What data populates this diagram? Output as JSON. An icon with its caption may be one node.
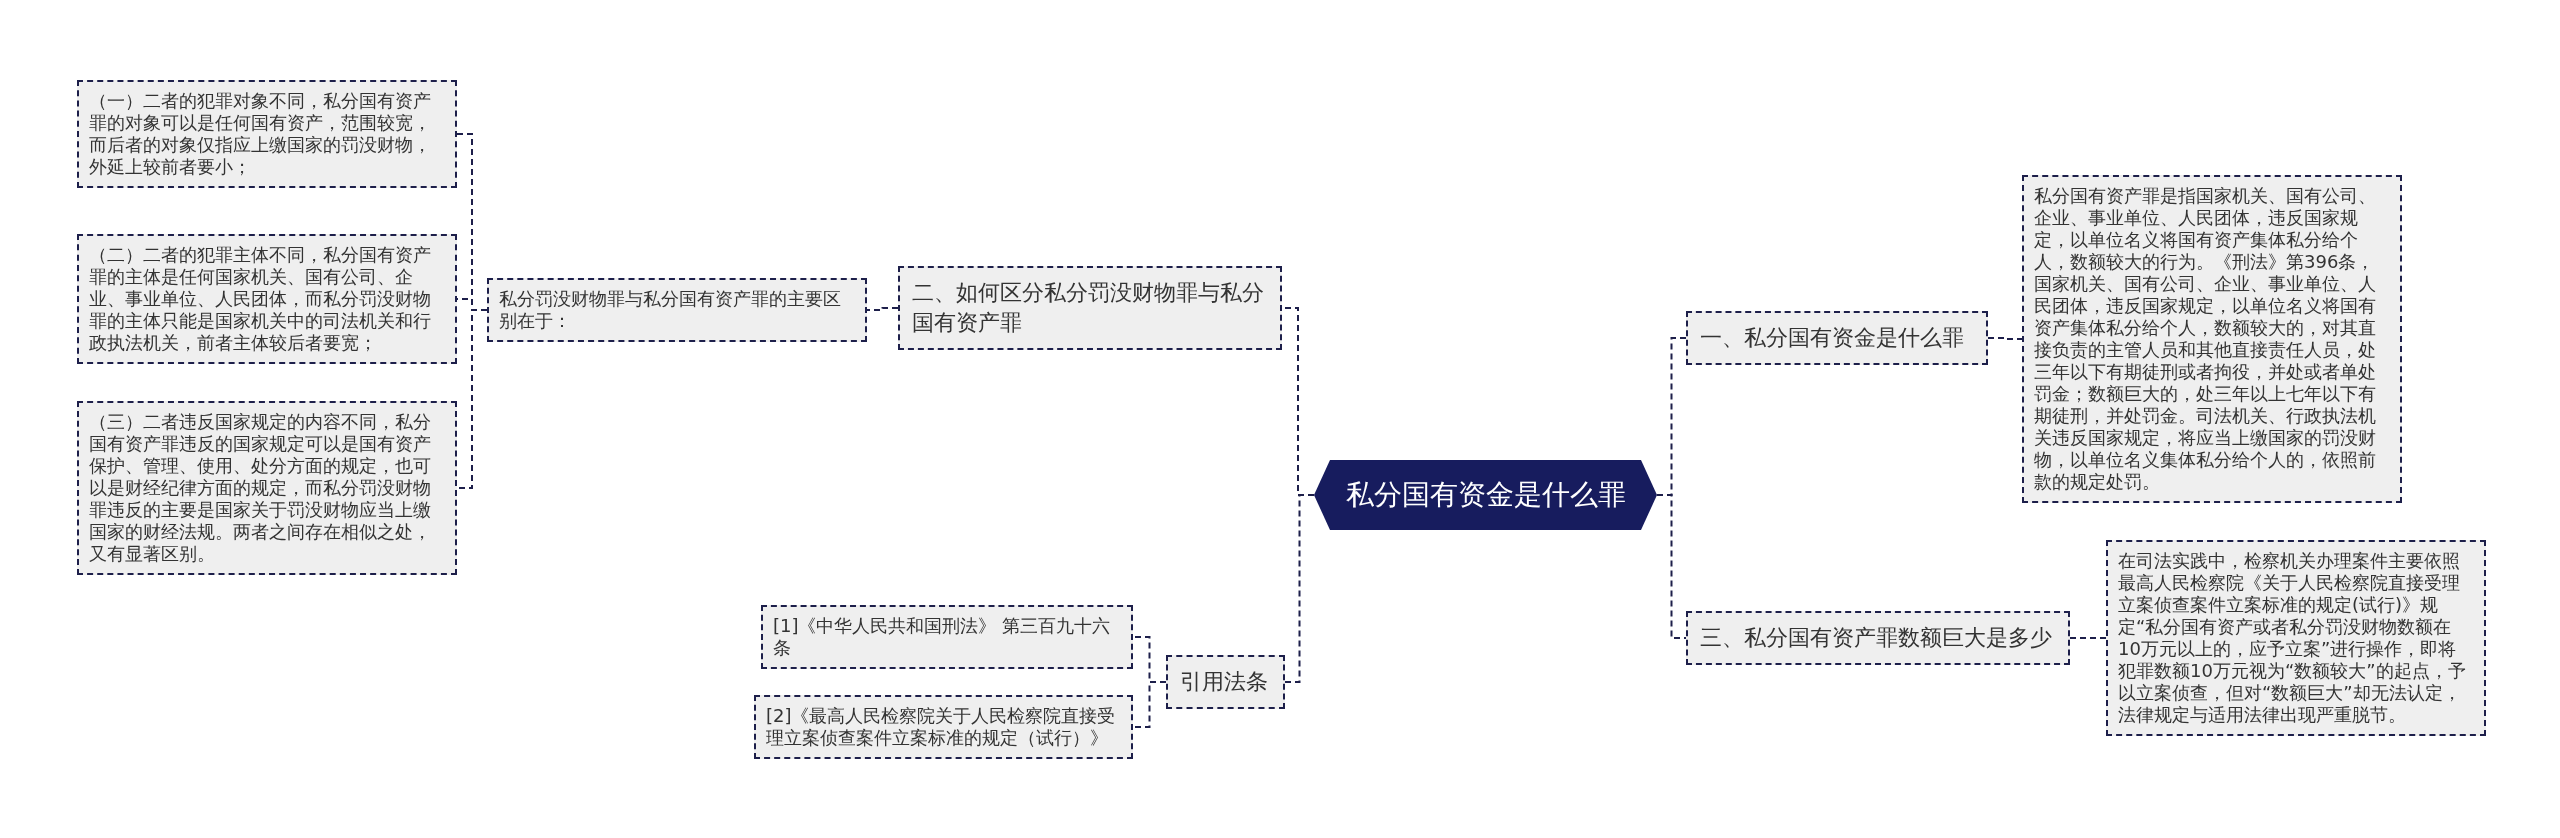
{
  "diagram": {
    "nodes": [
      {
        "text": [
          "私分国有资金是什么罪"
        ]
      },
      {
        "text": [
          "一、私分国有资金是什么罪"
        ]
      },
      {
        "text": [
          "私分国有资产罪是指国家机关、国有公司、企业、事业单位、人民团体，违反国家规定，以单位名义将国有资产集体私分给个人，数额较大的行为。《刑法》第396条，国家机关、国有公司、企业、事业单位、人民团体，违反国家规定，以单位名义将国有资产集体私分给个人，数额较大的，对其直接负责的主管人员和其他直接责任人员，处三年以下有期徒刑或者拘役，并处或者单处罚金；数额巨大的，处三年以上七年以下有期徒刑，并处罚金。司法机关、行政执法机关违反国家规定，将应当上缴国家的罚没财物，以单位名义集体私分给个人的，依照前款的规定处罚。"
        ]
      },
      {
        "text": [
          "三、私分国有资产罪数额巨大是多少"
        ]
      },
      {
        "text": [
          "在司法实践中，检察机关办理案件主要依照最高人民检察院《关于人民检察院直接受理立案侦查案件立案标准的规定(试行)》规定“私分国有资产或者私分罚没财物数额在10万元以上的，应予立案”进行操作，即将犯罪数额10万元视为“数额较大”的起点，予以立案侦查，但对“数额巨大”却无法认定，法律规定与适用法律出现严重脱节。"
        ]
      },
      {
        "text": [
          "二、如何区分私分罚没财物罪与私分国有资产罪"
        ]
      },
      {
        "text": [
          "私分罚没财物罪与私分国有资产罪的主要区别在于："
        ]
      },
      {
        "text": [
          "（一）二者的犯罪对象不同，私分国有资产罪的对象可以是任何国有资产，范围较宽，而后者的对象仅指应上缴国家的罚没财物，外延上较前者要小；"
        ]
      },
      {
        "text": [
          "（二）二者的犯罪主体不同，私分国有资产罪的主体是任何国家机关、国有公司、企业、事业单位、人民团体，而私分罚没财物罪的主体只能是国家机关中的司法机关和行政执法机关，前者主体较后者要宽；"
        ]
      },
      {
        "text": [
          "（三）二者违反国家规定的内容不同，私分国有资产罪违反的国家规定可以是国有资产保护、管理、使用、处分方面的规定，也可以是财经纪律方面的规定，而私分罚没财物罪违反的主要是国家关于罚没财物应当上缴国家的财经法规。两者之间存在相似之处，又有显著区别。"
        ]
      },
      {
        "text": [
          "引用法条"
        ]
      },
      {
        "text": [
          "[1]《中华人民共和国刑法》 第三百九十六条"
        ]
      },
      {
        "text": [
          "[2]《最高人民检察院关于人民检察院直接受理立案侦查案件立案标准的规定（试行）》"
        ]
      }
    ],
    "edges": [
      {
        "from": 0,
        "to": 1,
        "arrow": "none"
      },
      {
        "from": 0,
        "to": 3,
        "arrow": "none"
      },
      {
        "from": 0,
        "to": 5,
        "arrow": "none"
      },
      {
        "from": 0,
        "to": 10,
        "arrow": "none"
      },
      {
        "from": 1,
        "to": 2,
        "arrow": "none"
      },
      {
        "from": 3,
        "to": 4,
        "arrow": "none"
      },
      {
        "from": 5,
        "to": 6,
        "arrow": "none"
      },
      {
        "from": 6,
        "to": 7,
        "arrow": "none"
      },
      {
        "from": 6,
        "to": 8,
        "arrow": "none"
      },
      {
        "from": 6,
        "to": 9,
        "arrow": "none"
      },
      {
        "from": 10,
        "to": 11,
        "arrow": "none"
      },
      {
        "from": 10,
        "to": 12,
        "arrow": "none"
      }
    ]
  }
}
